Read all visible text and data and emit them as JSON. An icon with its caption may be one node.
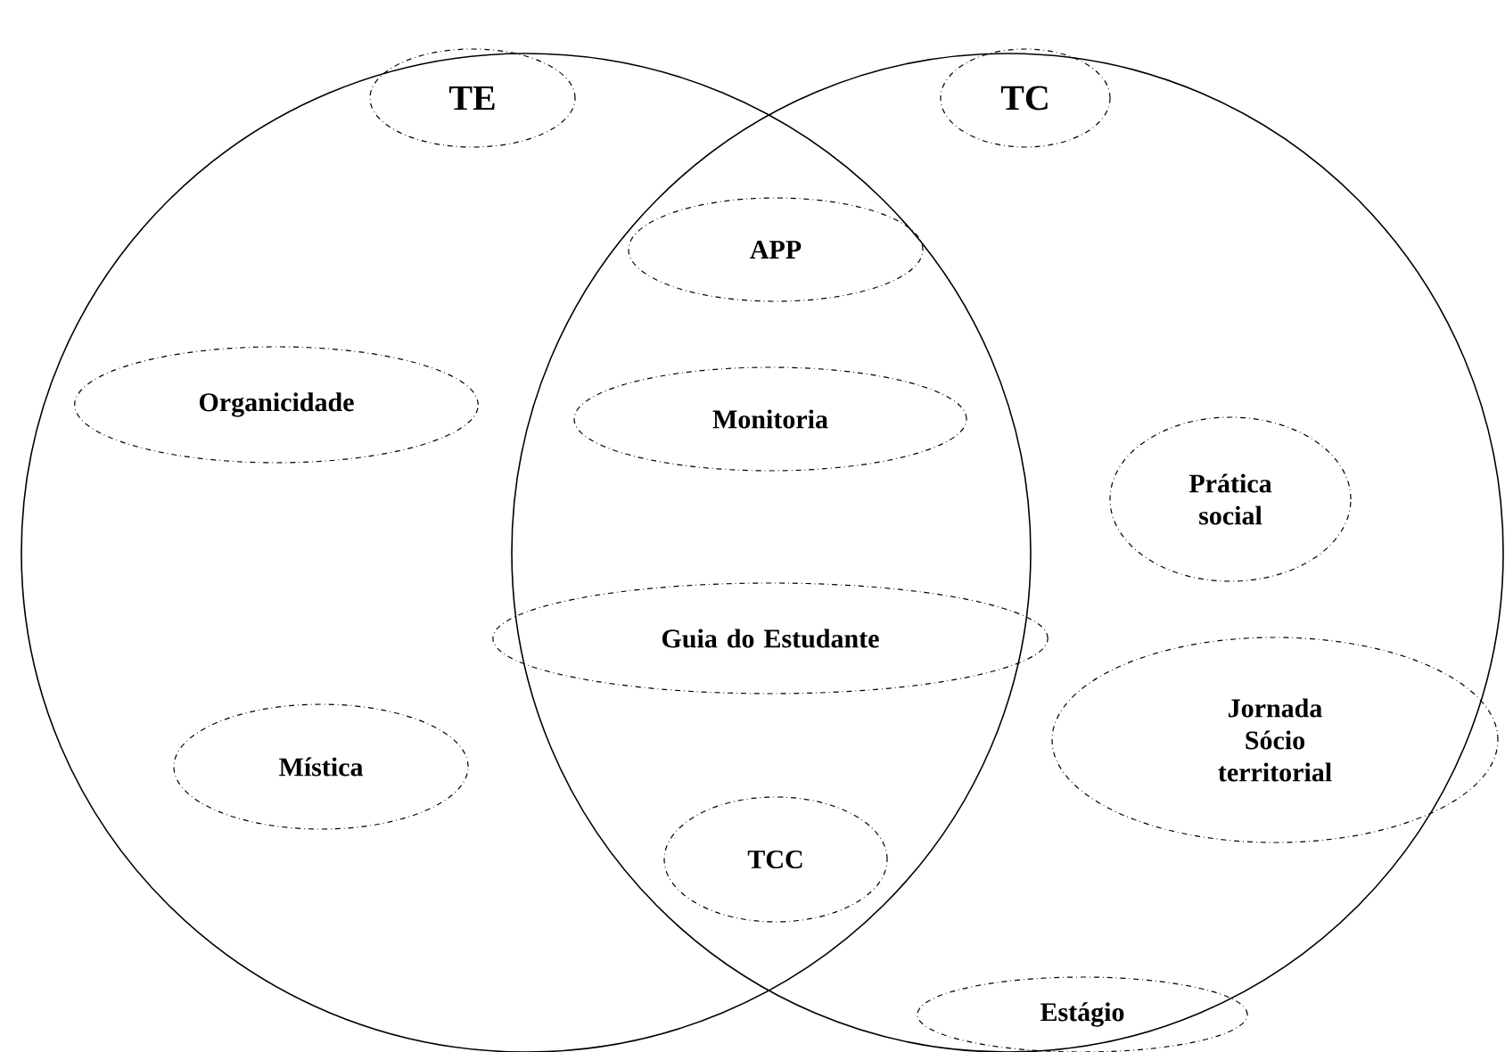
{
  "diagram": {
    "nodes": [
      {
        "text": [],
        "shape": "circle"
      },
      {
        "text": [],
        "shape": "circle"
      },
      {
        "text": [
          "TE"
        ],
        "in": 0
      },
      {
        "text": [
          "TC"
        ],
        "in": 1
      },
      {
        "text": [
          "APP"
        ]
      },
      {
        "text": [
          "Organicidade"
        ],
        "in": 0
      },
      {
        "text": [
          "Monitoria"
        ]
      },
      {
        "text": [
          "Prática social"
        ],
        "in": 1
      },
      {
        "text": [
          "Guia do Estudante"
        ]
      },
      {
        "text": [
          "Jornada Sócio territorial"
        ],
        "in": 1
      },
      {
        "text": [
          "Mística"
        ],
        "in": 0
      },
      {
        "text": [
          "TCC"
        ]
      },
      {
        "text": [
          "Estágio"
        ],
        "in": 1
      }
    ]
  }
}
